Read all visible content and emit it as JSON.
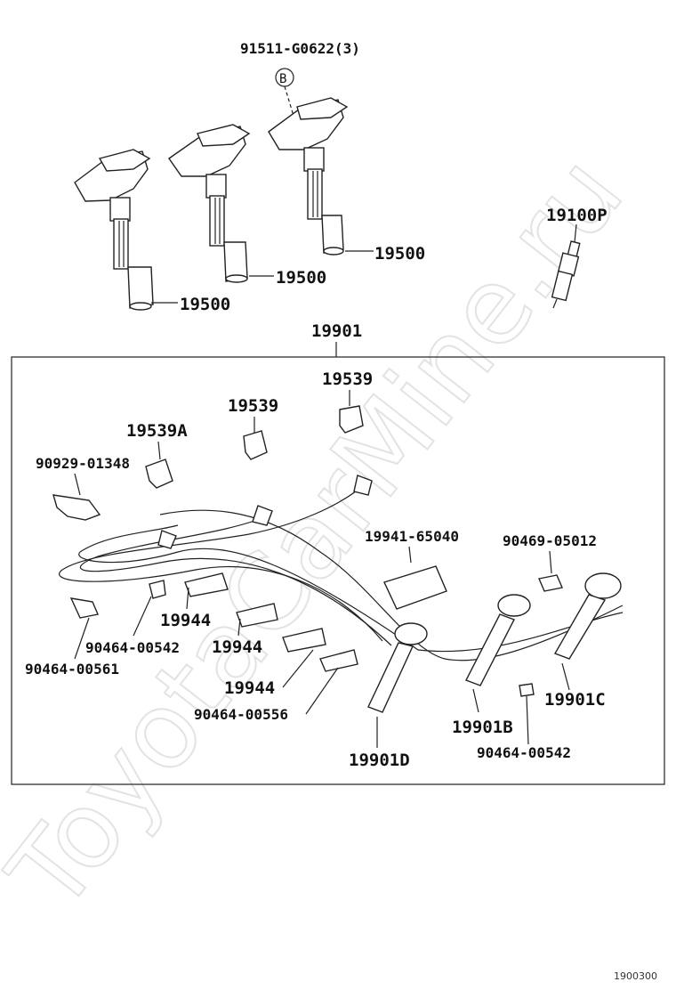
{
  "watermark": "ToyotaCarMine.ru",
  "diagram_code": "1900300",
  "labels": {
    "bolt": "91511-G0622(3)",
    "bolt_marker": "B",
    "spark_plug": "19100P",
    "coil_1": "19500",
    "coil_2": "19500",
    "coil_3": "19500",
    "cord_set": "19901",
    "boot_1": "19539",
    "boot_2": "19539",
    "boot_a": "19539A",
    "grommet": "90929-01348",
    "holder_large": "19941-65040",
    "clamp_right": "90469-05012",
    "clamp_1": "19944",
    "clamp_2": "19944",
    "clamp_3": "19944",
    "clip_542_left": "90464-00542",
    "clip_561": "90464-00561",
    "clip_556": "90464-00556",
    "clip_542_right": "90464-00542",
    "cord_b": "19901B",
    "cord_c": "19901C",
    "cord_d": "19901D"
  }
}
